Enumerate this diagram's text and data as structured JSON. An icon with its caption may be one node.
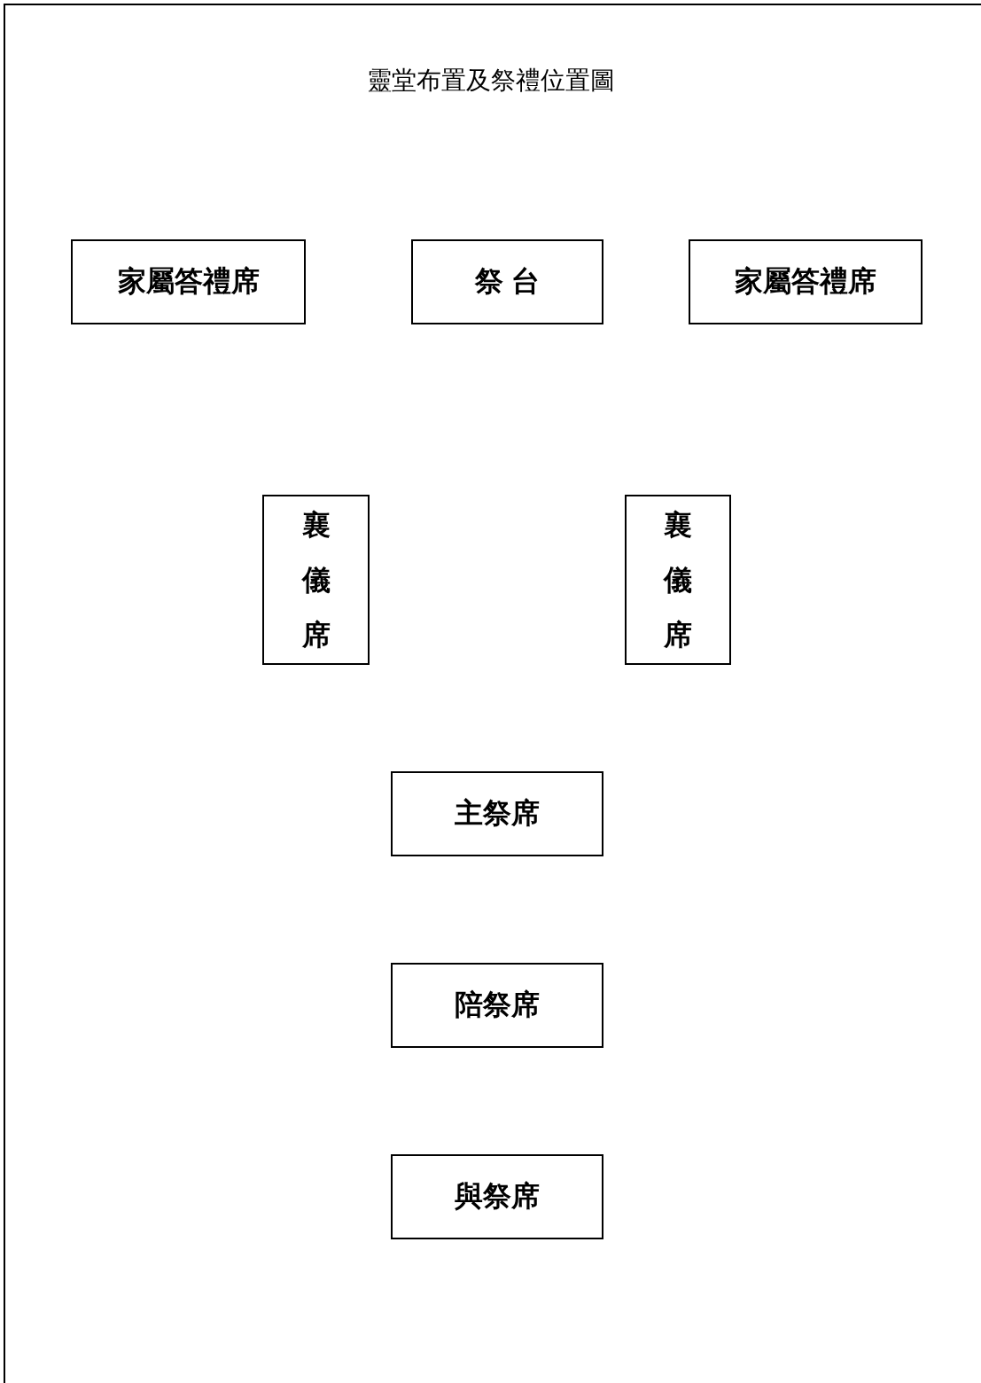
{
  "diagram": {
    "title": "靈堂布置及祭禮位置圖",
    "nodes": [
      {
        "text": [
          "家屬答禮席"
        ]
      },
      {
        "text": [
          "祭 台"
        ]
      },
      {
        "text": [
          "家屬答禮席"
        ]
      },
      {
        "text": [
          "襄儀席"
        ]
      },
      {
        "text": [
          "襄儀席"
        ]
      },
      {
        "text": [
          "主祭席"
        ]
      },
      {
        "text": [
          "陪祭席"
        ]
      },
      {
        "text": [
          "與祭席"
        ]
      }
    ]
  }
}
